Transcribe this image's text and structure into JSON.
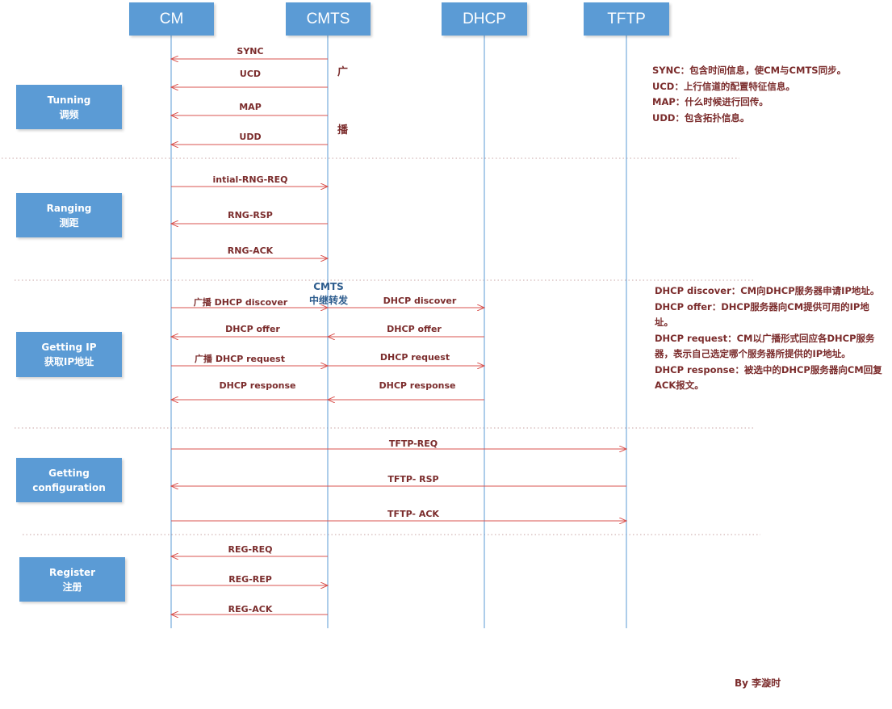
{
  "colors": {
    "box": "#5b9bd5",
    "lifeline": "#5b9bd5",
    "arrow": "#d9534f",
    "label": "#7b2c2c",
    "divider": "#c8a4a4",
    "relay_text": "#2e5d8e"
  },
  "participants": [
    {
      "id": "cm",
      "label": "CM"
    },
    {
      "id": "cmts",
      "label": "CMTS"
    },
    {
      "id": "dhcp",
      "label": "DHCP"
    },
    {
      "id": "tftp",
      "label": "TFTP"
    }
  ],
  "phases": [
    {
      "id": "tunning",
      "line1": "Tunning",
      "line2": "调频"
    },
    {
      "id": "ranging",
      "line1": "Ranging",
      "line2": "测距"
    },
    {
      "id": "getting-ip",
      "line1": "Getting IP",
      "line2": "获取IP地址"
    },
    {
      "id": "getting-config",
      "line1": "Getting",
      "line2": "configuration"
    },
    {
      "id": "register",
      "line1": "Register",
      "line2": "注册"
    }
  ],
  "messages": [
    {
      "label": "SYNC",
      "from": "cmts",
      "to": "cm"
    },
    {
      "label": "UCD",
      "from": "cmts",
      "to": "cm"
    },
    {
      "label": "MAP",
      "from": "cmts",
      "to": "cm"
    },
    {
      "label": "UDD",
      "from": "cmts",
      "to": "cm"
    },
    {
      "label": "intial-RNG-REQ",
      "from": "cm",
      "to": "cmts"
    },
    {
      "label": "RNG-RSP",
      "from": "cmts",
      "to": "cm"
    },
    {
      "label": "RNG-ACK",
      "from": "cm",
      "to": "cmts"
    },
    {
      "label": "广播  DHCP discover",
      "from": "cm",
      "to": "cmts"
    },
    {
      "label": "DHCP discover",
      "from": "cmts",
      "to": "dhcp"
    },
    {
      "label": "DHCP offer",
      "from": "cmts",
      "to": "cm"
    },
    {
      "label": "DHCP offer",
      "from": "dhcp",
      "to": "cmts"
    },
    {
      "label": "广播  DHCP request",
      "from": "cm",
      "to": "cmts"
    },
    {
      "label": "DHCP request",
      "from": "cmts",
      "to": "dhcp"
    },
    {
      "label": "DHCP response",
      "from": "cmts",
      "to": "cm"
    },
    {
      "label": "DHCP response",
      "from": "dhcp",
      "to": "cmts"
    },
    {
      "label": "TFTP-REQ",
      "from": "cm",
      "to": "tftp"
    },
    {
      "label": "TFTP- RSP",
      "from": "tftp",
      "to": "cm"
    },
    {
      "label": "TFTP- ACK",
      "from": "cm",
      "to": "tftp"
    },
    {
      "label": "REG-REQ",
      "from": "cmts",
      "to": "cm"
    },
    {
      "label": "REG-REP",
      "from": "cm",
      "to": "cmts"
    },
    {
      "label": "REG-ACK",
      "from": "cmts",
      "to": "cm"
    }
  ],
  "broadcast_vertical": [
    "广",
    "播"
  ],
  "relay_note": {
    "line1": "CMTS",
    "line2": "中继转发"
  },
  "notes_top": [
    "SYNC：包含时间信息，使CM与CMTS同步。",
    "UCD：上行信道的配置特征信息。",
    "MAP：什么时候进行回传。",
    "UDD：包含拓扑信息。"
  ],
  "notes_dhcp": [
    "DHCP discover：CM向DHCP服务器申请IP地址。",
    "DHCP offer：DHCP服务器向CM提供可用的IP地址。",
    "DHCP request：CM以广播形式回应各DHCP服务器，表示自己选定哪个服务器所提供的IP地址。",
    "DHCP response：被选中的DHCP服务器向CM回复ACK报文。"
  ],
  "author": "By  李漩时"
}
